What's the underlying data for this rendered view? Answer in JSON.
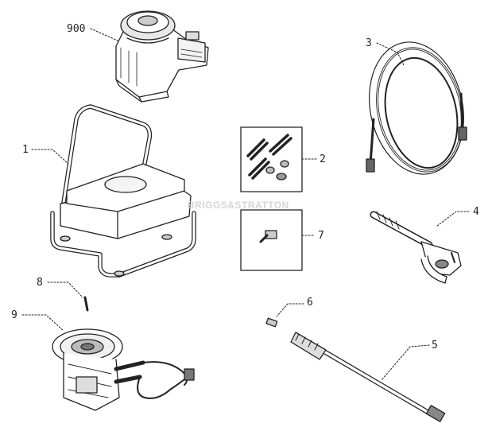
{
  "callouts": {
    "p900": "900",
    "p1": "1",
    "p2": "2",
    "p3": "3",
    "p4": "4",
    "p5": "5",
    "p6": "6",
    "p7": "7",
    "p8": "8",
    "p9": "9"
  },
  "watermark": "BRIGGS&STRATTON",
  "colors": {
    "line": "#222222",
    "fill": "#ffffff",
    "shade": "#d8d8d8",
    "watermark": "#d6d6d6"
  }
}
